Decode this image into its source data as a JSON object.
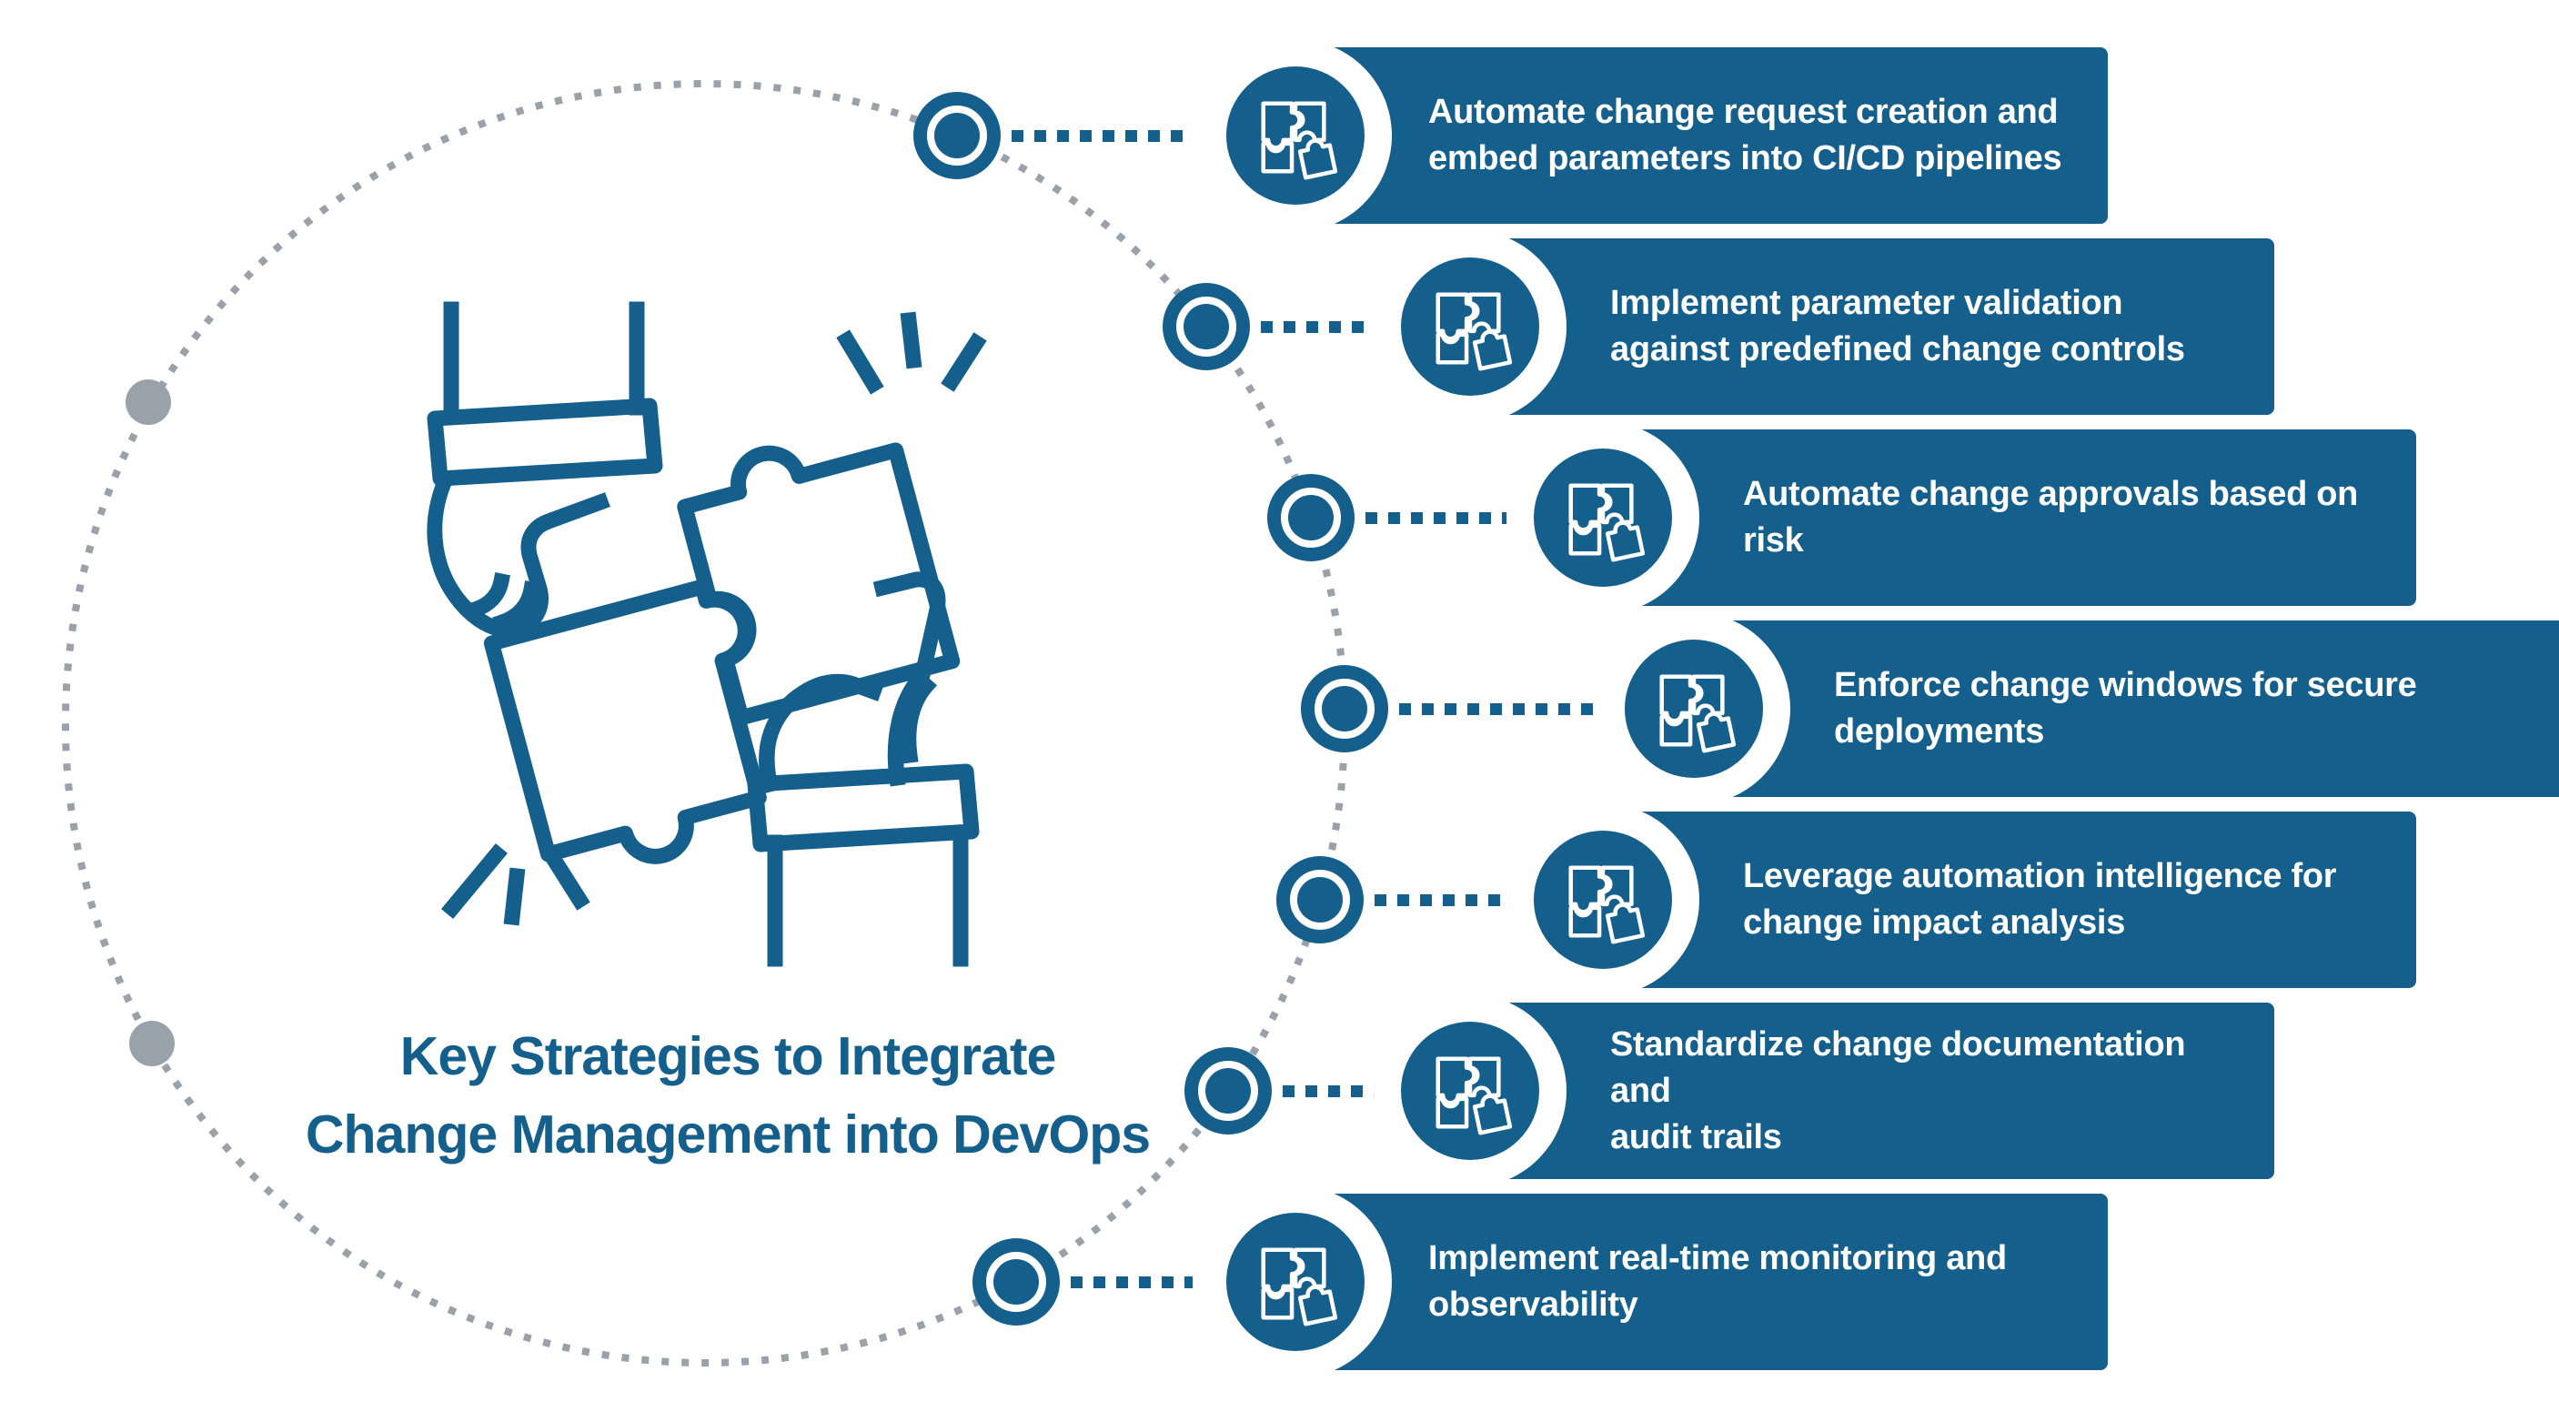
{
  "title": "Key Strategies to Integrate\nChange Management into DevOps",
  "colors": {
    "primary-blue": "#155F8D",
    "dot-gray": "#99A2AA",
    "banner-text": "#FFFFFF",
    "background": "#FFFFFF"
  },
  "item_icon": "puzzle-pieces-icon",
  "center_illustration": "two hands joining large puzzle pieces with spark accents",
  "items": [
    {
      "label": "Automate change request creation and\nembed parameters into CI/CD pipelines"
    },
    {
      "label": "Implement parameter validation\nagainst predefined change controls"
    },
    {
      "label": "Automate change approvals based on risk"
    },
    {
      "label": "Enforce change windows for secure\ndeployments"
    },
    {
      "label": "Leverage automation intelligence for\nchange impact analysis"
    },
    {
      "label": "Standardize change documentation and\naudit trails"
    },
    {
      "label": "Implement real-time monitoring and\nobservability"
    }
  ]
}
